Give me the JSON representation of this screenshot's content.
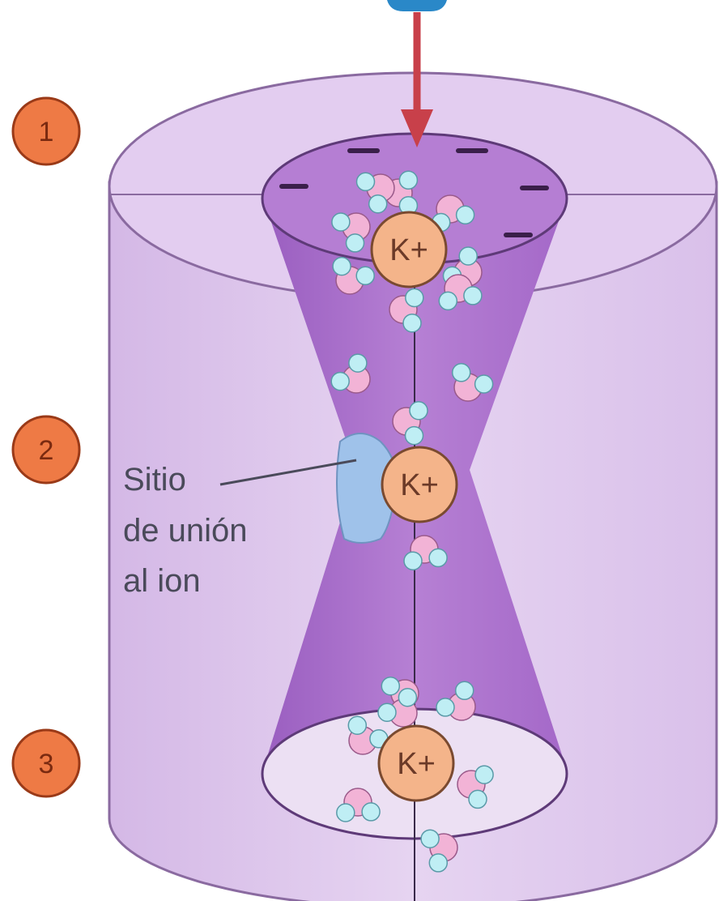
{
  "steps": [
    {
      "number": "1"
    },
    {
      "number": "2"
    },
    {
      "number": "3"
    }
  ],
  "ions": [
    {
      "label": "K+"
    },
    {
      "label": "K+"
    },
    {
      "label": "K+"
    }
  ],
  "binding_site": {
    "label_lines": [
      "Sitio",
      "de unión",
      "al ion"
    ]
  },
  "colors": {
    "cylinder": "#dcc4ea",
    "pore": "#a86ac9",
    "ion": "#f4b48a",
    "step_badge": "#ee7a45",
    "binding_site": "#9fc2ea",
    "arrow": "#c8404a",
    "water_oxygen": "#f2b3d6",
    "water_hydrogen": "#bfeef4"
  }
}
